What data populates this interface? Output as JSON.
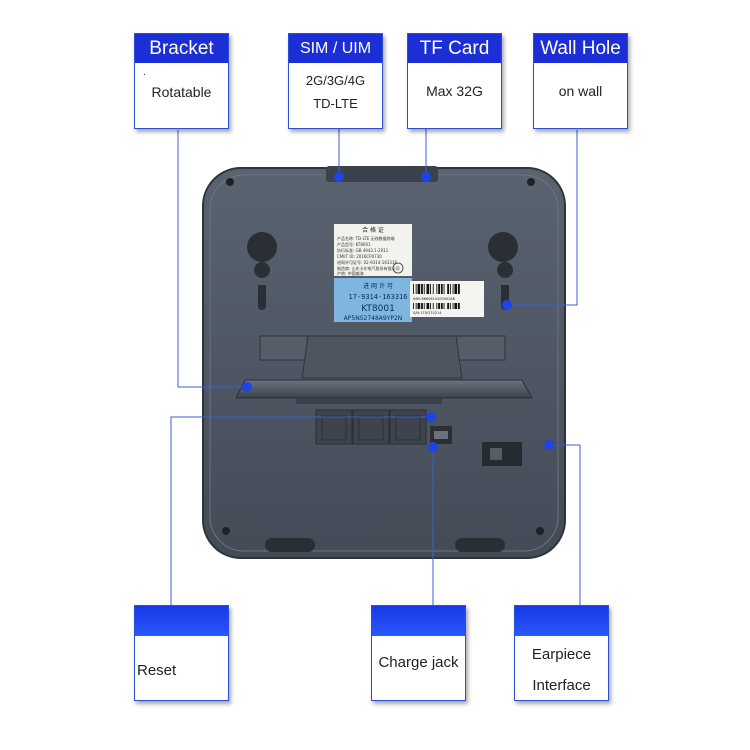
{
  "colors": {
    "accent": "#1c2fd6",
    "device_body": "#4a5360",
    "connector": "#3f5bd8"
  },
  "labels": {
    "bracket": {
      "title": "Bracket",
      "lines": [
        ".",
        "Rotatable"
      ]
    },
    "sim": {
      "title": "SIM / UIM",
      "lines": [
        "2G/3G/4G",
        "TD-LTE"
      ]
    },
    "tf": {
      "title": "TF Card",
      "lines": [
        "Max 32G"
      ]
    },
    "wall": {
      "title": "Wall Hole",
      "lines": [
        "on wall"
      ]
    },
    "reset": {
      "title": "",
      "lines": [
        "Reset"
      ]
    },
    "charge": {
      "title": "",
      "lines": [
        "Charge jack"
      ]
    },
    "earpiece": {
      "title": "",
      "lines": [
        "Earpiece",
        "Interface"
      ]
    }
  },
  "device": {
    "cert_title": "合 格 证",
    "cert_lines": [
      "产品名称: TD-LTE 无线数据终端",
      "产品型号: KT8001",
      "执行标准: GB 4943.1-2011",
      "CMIIT ID: 2016CP0730",
      "进网许可证号: 02-9314-163316",
      "制造商: 山东卡尔电气股份有限公司",
      "产地: 中国威海"
    ],
    "license_title": "进 网 许 可",
    "license_number": "17-9314-163316",
    "license_model": "KT8001",
    "license_code": "AP5N52748A9YP2N",
    "barcode_text": "IMEI:866061020090288",
    "barcode_sn": "S/N:17IV270214"
  }
}
